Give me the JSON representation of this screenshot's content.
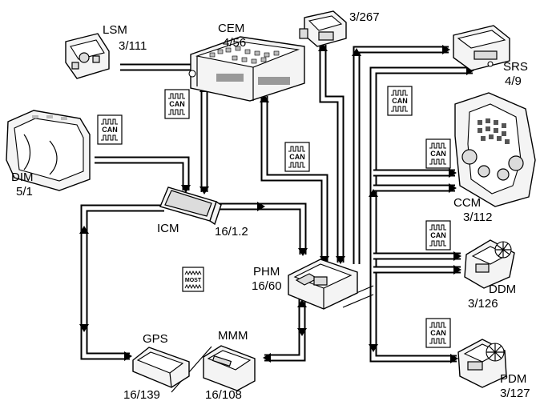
{
  "modules": [
    {
      "id": "lsm",
      "name": "LSM",
      "code": "3/111"
    },
    {
      "id": "cem",
      "name": "CEM",
      "code": "4/56"
    },
    {
      "id": "relay",
      "name": "",
      "code": "3/267"
    },
    {
      "id": "srs",
      "name": "SRS",
      "code": "4/9"
    },
    {
      "id": "dim",
      "name": "DIM",
      "code": "5/1"
    },
    {
      "id": "icm",
      "name": "ICM",
      "code": "16/1.2"
    },
    {
      "id": "ccm",
      "name": "CCM",
      "code": "3/112"
    },
    {
      "id": "phm",
      "name": "PHM",
      "code": "16/60"
    },
    {
      "id": "ddm",
      "name": "DDM",
      "code": "3/126"
    },
    {
      "id": "gps",
      "name": "GPS",
      "code": "16/139"
    },
    {
      "id": "mmm",
      "name": "MMM",
      "code": "16/108"
    },
    {
      "id": "pdm",
      "name": "PDM",
      "code": "3/127"
    }
  ],
  "bus_badges": {
    "can": "CAN",
    "most": "MOST"
  },
  "icons": [
    "can-bus-icon",
    "most-bus-icon",
    "arrow-icon"
  ]
}
